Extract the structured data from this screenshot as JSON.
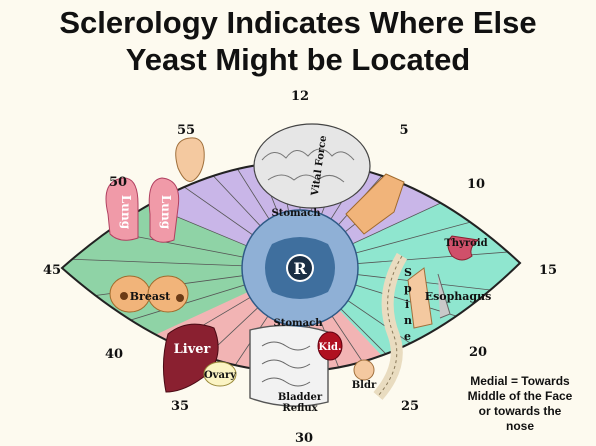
{
  "title": {
    "line1": "Sclerology Indicates Where Else",
    "line2": "Yeast Might be Located"
  },
  "clock": {
    "n12": "12",
    "n5": "5",
    "n10": "10",
    "n15": "15",
    "n20": "20",
    "n25": "25",
    "n30": "30",
    "n35": "35",
    "n40": "40",
    "n45": "45",
    "n50": "50",
    "n55": "55"
  },
  "center": {
    "letter": "R"
  },
  "labels": {
    "vital_force": "Vital Force",
    "stomach_top": "Stomach",
    "stomach_bottom": "Stomach",
    "lung_left": "Lung",
    "lung_right": "Lung",
    "breast": "Breast",
    "thyroid": "Thyroid",
    "spine": [
      "S",
      "p",
      "i",
      "n",
      "e"
    ],
    "esophagus": "Esophagus",
    "liver": "Liver",
    "ovary": "Ovary",
    "kidney": "Kid.",
    "bladder_reflux_1": "Bladder",
    "bladder_reflux_2": "Reflux",
    "bladder": "Bldr"
  },
  "note": {
    "line1": "Medial = Towards",
    "line2": "Middle of the Face",
    "line3": "or towards the",
    "line4": "nose"
  },
  "colors": {
    "top_zone": "#c9b6e8",
    "left_zone": "#8fd3a6",
    "right_zone": "#8fe6cf",
    "bottom_zone": "#f2b4b4",
    "iris": "#8fb0d6",
    "pupil": "#3f6f9e"
  }
}
